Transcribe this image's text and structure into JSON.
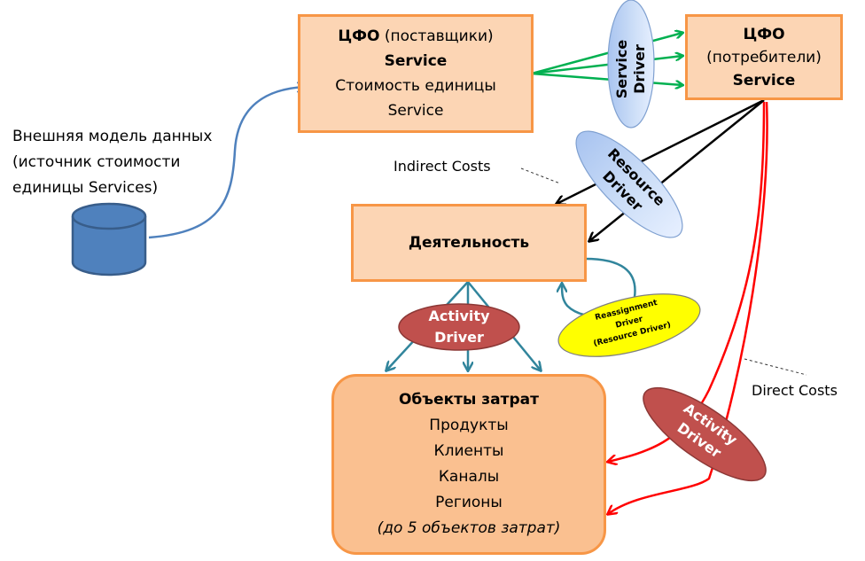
{
  "nodes": {
    "provider": {
      "title_bold": "ЦФО",
      "title_rest": " (поставщики)",
      "line2": "Service",
      "line3": "Стоимость единицы",
      "line4": "Service"
    },
    "consumer": {
      "line1": "ЦФО",
      "line2": "(потребители)",
      "line3": "Service"
    },
    "activity": {
      "label": "Деятельность"
    },
    "cost_objects": {
      "title": "Объекты затрат",
      "items": [
        "Продукты",
        "Клиенты",
        "Каналы",
        "Регионы"
      ],
      "note": "(до 5 объектов затрат)"
    },
    "external_model": {
      "line1": "Внешняя модель данных",
      "line2": "(источник стоимости",
      "line3": "единицы Services)",
      "icon": "database-icon"
    }
  },
  "drivers": {
    "service": {
      "line1": "Service",
      "line2": "Driver"
    },
    "resource": {
      "line1": "Resource",
      "line2": "Driver"
    },
    "activity_left": {
      "line1": "Activity",
      "line2": "Driver"
    },
    "activity_right": {
      "line1": "Activity",
      "line2": "Driver"
    },
    "reassignment": {
      "line1": "Reassignment",
      "line2": "Driver",
      "line3": "(Resource Driver)"
    }
  },
  "annotations": {
    "indirect": "Indirect Costs",
    "direct": "Direct Costs"
  },
  "colors": {
    "box_fill": "#fcd5b4",
    "box_border": "#f79646",
    "cost_fill": "#fac090",
    "green_arrow": "#00b050",
    "red_arrow": "#ff0000",
    "teal_arrow": "#31859c",
    "blue_curve": "#4f81bd",
    "activity_driver": "#c0504d",
    "reassignment_driver": "#ffff00",
    "driver_blue": "#c6d9f1"
  }
}
